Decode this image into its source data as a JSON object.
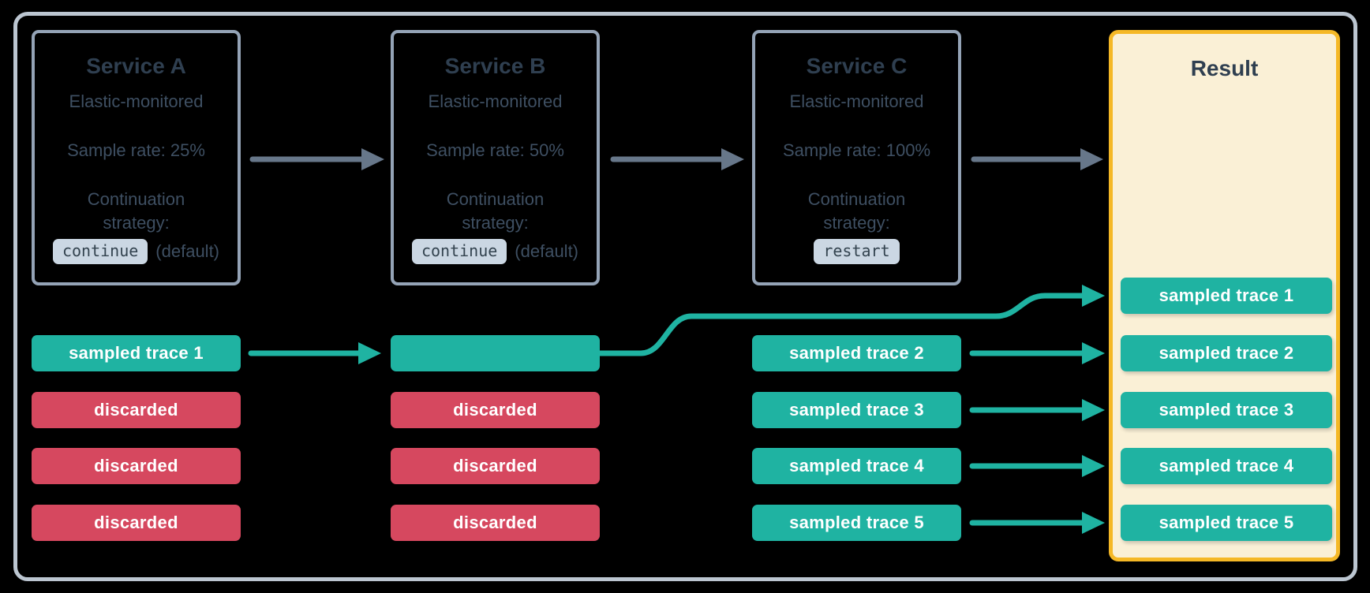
{
  "diagram": {
    "services": [
      {
        "title": "Service A",
        "subtitle": "Elastic-monitored",
        "sample_rate": "Sample rate: 25%",
        "strategy_label": "Continuation strategy:",
        "strategy_value": "continue",
        "strategy_note": "(default)"
      },
      {
        "title": "Service B",
        "subtitle": "Elastic-monitored",
        "sample_rate": "Sample rate: 50%",
        "strategy_label": "Continuation strategy:",
        "strategy_value": "continue",
        "strategy_note": "(default)"
      },
      {
        "title": "Service C",
        "subtitle": "Elastic-monitored",
        "sample_rate": "Sample rate: 100%",
        "strategy_label": "Continuation strategy:",
        "strategy_value": "restart",
        "strategy_note": ""
      }
    ],
    "trace_columns": [
      {
        "service": "Service A",
        "rows": [
          {
            "label": "sampled trace 1",
            "type": "sampled"
          },
          {
            "label": "discarded",
            "type": "discarded"
          },
          {
            "label": "discarded",
            "type": "discarded"
          },
          {
            "label": "discarded",
            "type": "discarded"
          }
        ]
      },
      {
        "service": "Service B",
        "rows": [
          {
            "label": "",
            "type": "sampled"
          },
          {
            "label": "discarded",
            "type": "discarded"
          },
          {
            "label": "discarded",
            "type": "discarded"
          },
          {
            "label": "discarded",
            "type": "discarded"
          }
        ]
      },
      {
        "service": "Service C",
        "rows": [
          {
            "label": "sampled trace 2",
            "type": "sampled"
          },
          {
            "label": "sampled trace 3",
            "type": "sampled"
          },
          {
            "label": "sampled trace 4",
            "type": "sampled"
          },
          {
            "label": "sampled trace 5",
            "type": "sampled"
          }
        ]
      }
    ],
    "result": {
      "title": "Result",
      "rows": [
        "sampled trace 1",
        "sampled trace 2",
        "sampled trace 3",
        "sampled trace 4",
        "sampled trace 5"
      ]
    },
    "colors": {
      "sampled": "#1fb3a2",
      "discarded": "#d6485f",
      "service_border": "#94a3b6",
      "outer_frame": "#bcc6d1",
      "result_border": "#f5b826",
      "result_bg": "#faf0d6",
      "flow_arrow": "#67778a",
      "trace_arrow": "#1fb3a2",
      "text": "#2f3f50",
      "badge_bg": "#cbd7e3"
    }
  }
}
